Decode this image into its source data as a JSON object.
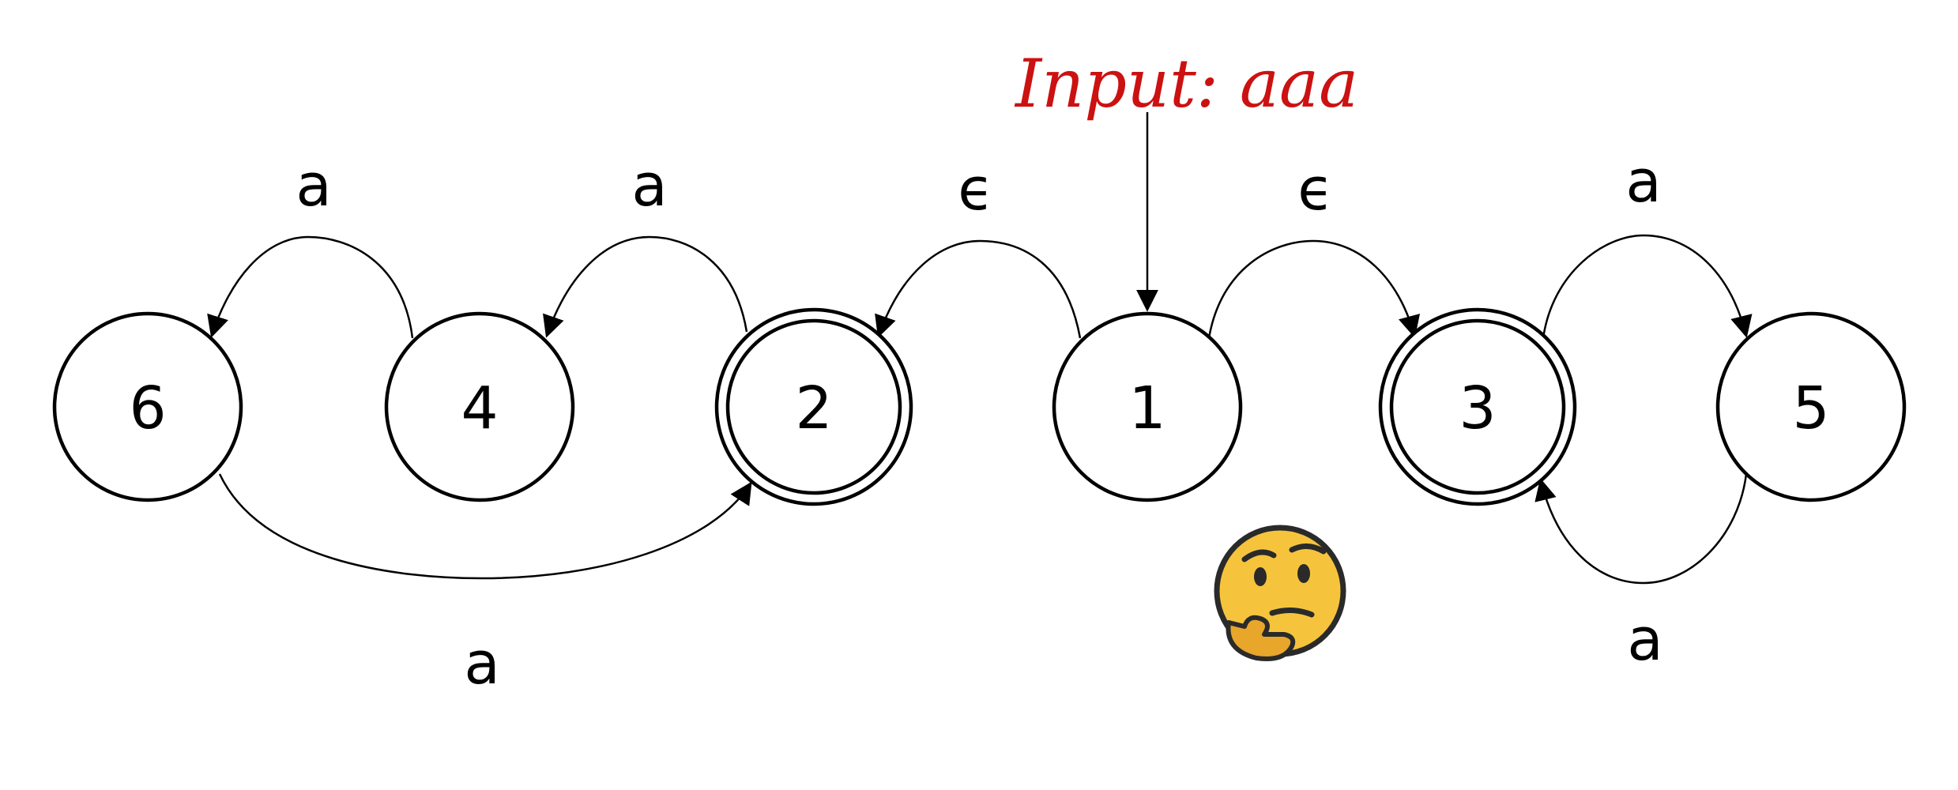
{
  "automaton": {
    "states": [
      {
        "id": "6",
        "label": "6",
        "accepting": false
      },
      {
        "id": "4",
        "label": "4",
        "accepting": false
      },
      {
        "id": "2",
        "label": "2",
        "accepting": true
      },
      {
        "id": "1",
        "label": "1",
        "accepting": false,
        "start": true
      },
      {
        "id": "3",
        "label": "3",
        "accepting": true
      },
      {
        "id": "5",
        "label": "5",
        "accepting": false
      }
    ],
    "transitions": [
      {
        "from": "4",
        "to": "6",
        "label": "a"
      },
      {
        "from": "2",
        "to": "4",
        "label": "a"
      },
      {
        "from": "1",
        "to": "2",
        "label": "ϵ"
      },
      {
        "from": "1",
        "to": "3",
        "label": "ϵ"
      },
      {
        "from": "3",
        "to": "5",
        "label": "a"
      },
      {
        "from": "5",
        "to": "3",
        "label": "a"
      },
      {
        "from": "6",
        "to": "2",
        "label": "a"
      }
    ]
  },
  "annotation": {
    "input_text": "Input: aaa",
    "color": "#cc1111"
  },
  "emoji": {
    "name": "thinking-face-icon",
    "glyph": "🤔"
  }
}
